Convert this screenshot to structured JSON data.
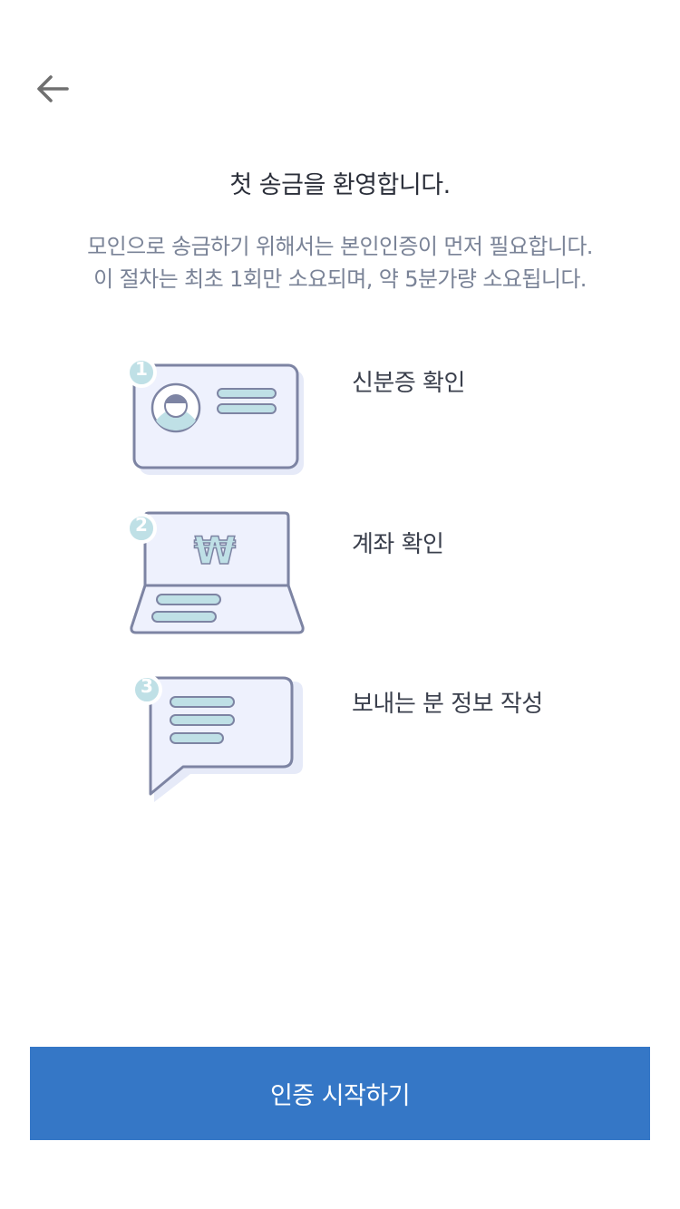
{
  "header": {
    "back_icon": "arrow-left-icon"
  },
  "title": "첫 송금을 환영합니다.",
  "description": {
    "line1": "모인으로 송금하기 위해서는 본인인증이 먼저 필요합니다.",
    "line2": "이 절차는 최초 1회만 소요되며, 약 5분가량 소요됩니다."
  },
  "steps": [
    {
      "number": "1",
      "label": "신분증 확인",
      "icon": "id-card-icon"
    },
    {
      "number": "2",
      "label": "계좌 확인",
      "icon": "laptop-won-icon"
    },
    {
      "number": "3",
      "label": "보내는 분 정보 작성",
      "icon": "chat-bubble-icon"
    }
  ],
  "cta": {
    "label": "인증 시작하기"
  },
  "colors": {
    "accent": "#3577c6",
    "illustration_stroke": "#7d84a3",
    "illustration_fill": "#eef1fd",
    "badge": "#bfe0e6"
  }
}
